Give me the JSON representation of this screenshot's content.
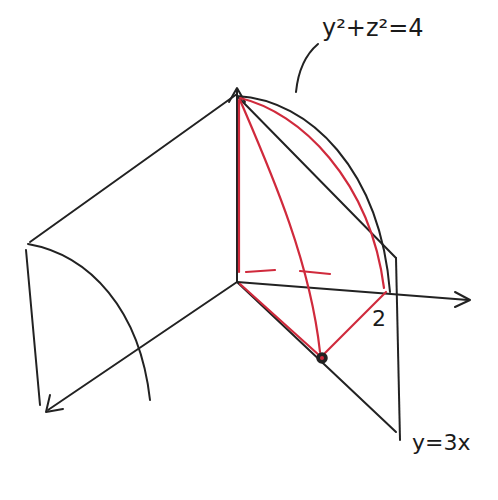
{
  "diagram": {
    "labels": [
      "y²+z²=4",
      "2",
      "y=3x"
    ]
  }
}
